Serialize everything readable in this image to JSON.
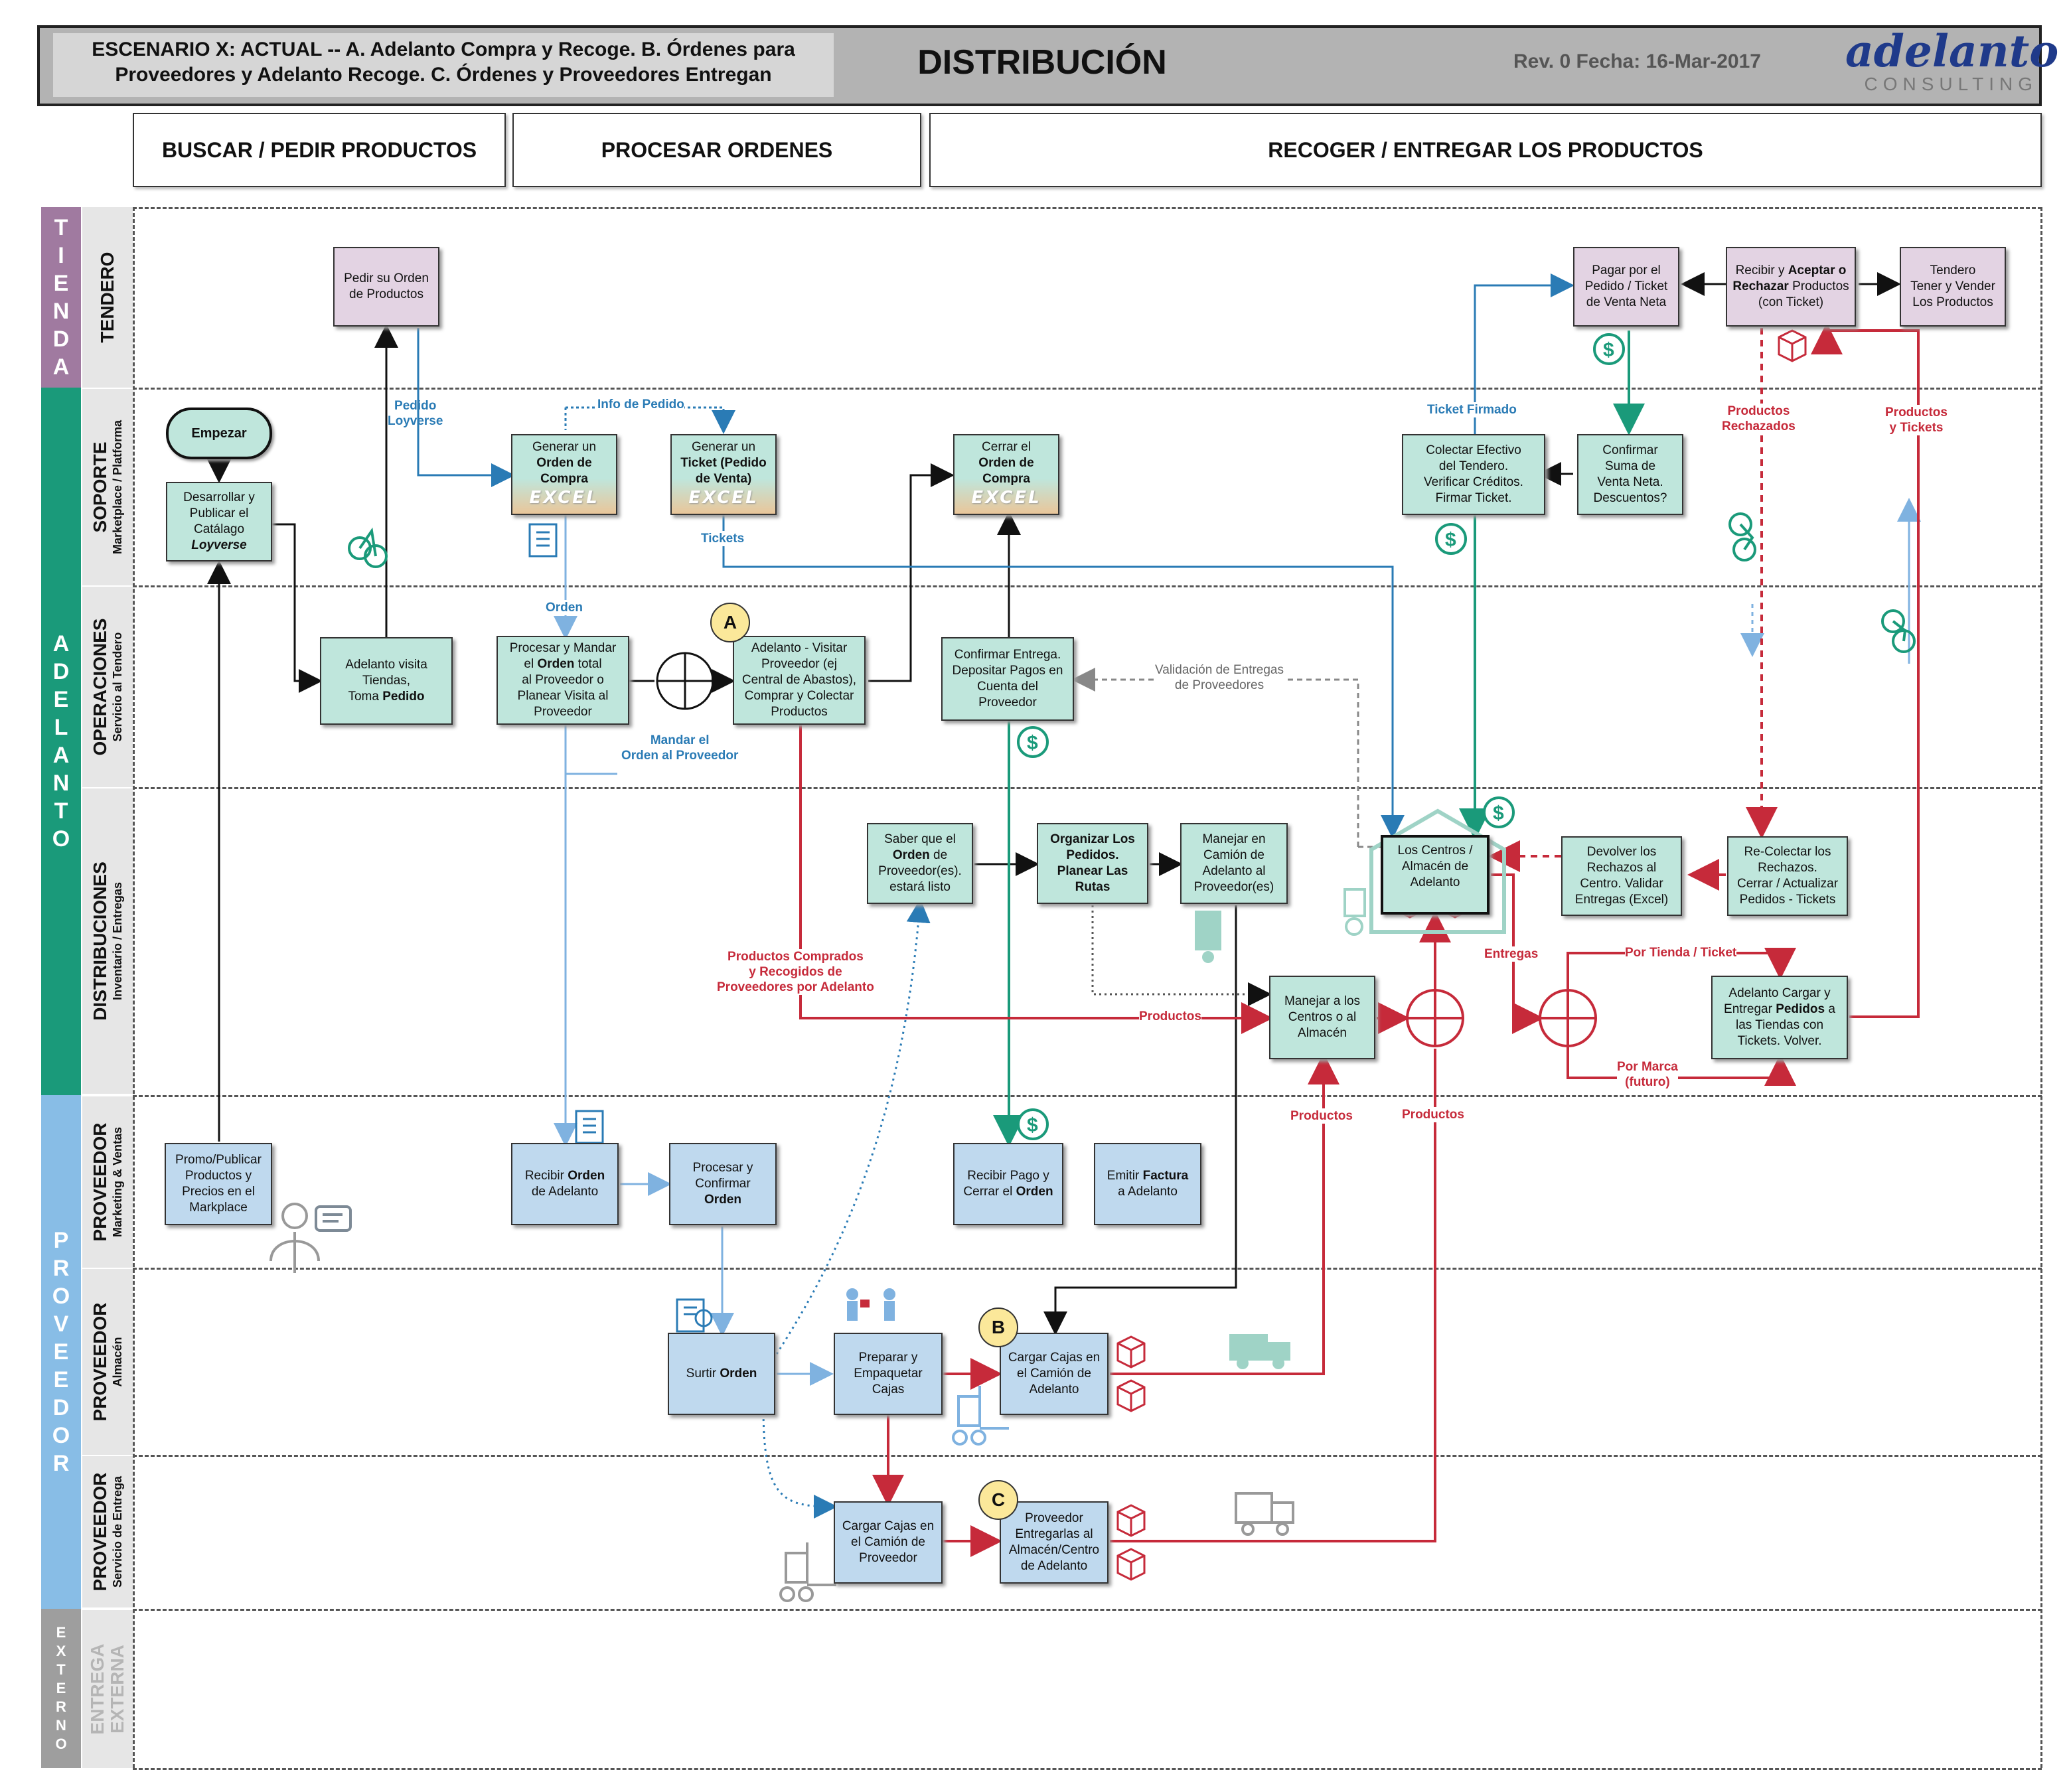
{
  "header": {
    "scenario_line1": "ESCENARIO X:  ACTUAL -- A. Adelanto Compra y Recoge.  B. Órdenes para",
    "scenario_line2": "Proveedores y Adelanto Recoge.  C. Órdenes y Proveedores Entregan",
    "title": "DISTRIBUCIÓN",
    "revision": "Rev. 0   Fecha: 16-Mar-2017",
    "logo_name": "adelanto",
    "logo_sub": "CONSULTING"
  },
  "phases": [
    "BUSCAR / PEDIR PRODUCTOS",
    "PROCESAR ORDENES",
    "RECOGER / ENTREGAR LOS PRODUCTOS"
  ],
  "lanes": {
    "groups": [
      "TIENDA",
      "ADELANTO",
      "PROVEEDOR",
      "EXTERNO"
    ],
    "tendero": "TENDERO",
    "soporte": "SOPORTE",
    "soporte_sub": "Marketplace / Platforma",
    "operaciones": "OPERACIONES",
    "operaciones_sub": "Servicio al Tendero",
    "distribuciones": "DISTRIBUCIONES",
    "distribuciones_sub": "Inventario / Entregas",
    "prov_marketing": "PROVEEDOR",
    "prov_marketing_sub": "Marketing & Ventas",
    "prov_almacen": "PROVEEDOR",
    "prov_almacen_sub": "Almacén",
    "prov_entrega": "PROVEEDOR",
    "prov_entrega_sub": "Servicio de Entrega",
    "externa_1": "ENTREGA",
    "externa_2": "EXTERNA"
  },
  "boxes": {
    "pedir_orden": [
      "Pedir su Orden",
      "de Productos"
    ],
    "pagar": [
      "Pagar por el",
      "Pedido / Ticket",
      "de Venta Neta"
    ],
    "recibir_aceptar_1": "Recibir y ",
    "recibir_aceptar_2": "Aceptar o",
    "recibir_aceptar_3": "Rechazar",
    "recibir_aceptar_4": " Productos",
    "recibir_aceptar_5": "(con Ticket)",
    "tendero_vender": [
      "Tendero",
      "Tener y Vender",
      "Los Productos"
    ],
    "empezar": "Empezar",
    "desarrollar": [
      "Desarrollar y",
      "Publicar el",
      "Catálago"
    ],
    "desarrollar_b": "Loyverse",
    "generar_orden": [
      "Generar un"
    ],
    "generar_orden_b": [
      "Orden de",
      "Compra"
    ],
    "generar_ticket": [
      "Generar un"
    ],
    "generar_ticket_b": [
      "Ticket (Pedido",
      "de Venta)"
    ],
    "cerrar_orden": [
      "Cerrar el"
    ],
    "cerrar_orden_b": [
      "Orden de",
      "Compra"
    ],
    "excel": "EXCEL",
    "colectar": [
      "Colectar Efectivo",
      "del Tendero.",
      "Verificar Créditos.",
      "Firmar Ticket."
    ],
    "confirmar_suma": [
      "Confirmar",
      "Suma de",
      "Venta Neta.",
      "Descuentos?"
    ],
    "adelanto_visita": [
      "Adelanto visita",
      "Tiendas,"
    ],
    "adelanto_visita_t": "Toma ",
    "adelanto_visita_b": "Pedido",
    "procesar_mandar_1": "Procesar y Mandar",
    "procesar_mandar_2": "el ",
    "procesar_mandar_2b": "Orden",
    "procesar_mandar_2c": " total",
    "procesar_mandar_3": [
      "al Proveedor o",
      "Planear Visita  al",
      "Proveedor"
    ],
    "adelanto_visitar": [
      "Adelanto - Visitar",
      "Proveedor (ej",
      "Central de Abastos),",
      "Comprar y Colectar",
      "Productos"
    ],
    "confirmar_entrega": [
      "Confirmar Entrega.",
      "Depositar Pagos en",
      "Cuenta del",
      "Proveedor"
    ],
    "saber_orden_1": "Saber que el",
    "saber_orden_2b": "Orden",
    "saber_orden_2": " de",
    "saber_orden_3": [
      "Proveedor(es).",
      "estará listo"
    ],
    "organizar": [
      "Organizar Los",
      "Pedidos.",
      "Planear Las",
      "Rutas"
    ],
    "manejar_camion": [
      "Manejar en",
      "Camión de",
      "Adelanto al",
      "Proveedor(es)"
    ],
    "centros": [
      "Los Centros /",
      "Almacén de",
      "Adelanto"
    ],
    "devolver": [
      "Devolver los",
      "Rechazos al",
      "Centro. Validar",
      "Entregas (Excel)"
    ],
    "recolectar": [
      "Re-Colectar los",
      "Rechazos.",
      "Cerrar / Actualizar",
      "Pedidos - Tickets"
    ],
    "manejar_centros": [
      "Manejar a los",
      "Centros o al",
      "Almacén"
    ],
    "adelanto_cargar_1": [
      "Adelanto Cargar y"
    ],
    "adelanto_cargar_2": "Entregar ",
    "adelanto_cargar_2b": "Pedidos",
    "adelanto_cargar_2c": " a",
    "adelanto_cargar_3": [
      "las Tiendas con",
      "Tickets.  Volver."
    ],
    "promo": [
      "Promo/Publicar",
      "Productos y",
      "Precios en el",
      "Markplace"
    ],
    "recibir_orden_1": "Recibir ",
    "recibir_orden_1b": "Orden",
    "recibir_orden_2": "de Adelanto",
    "procesar_confirmar": [
      "Procesar y",
      "Confirmar"
    ],
    "procesar_confirmar_b": "Orden",
    "recibir_pago_1": "Recibir Pago y",
    "recibir_pago_2": "Cerrar el ",
    "recibir_pago_2b": "Orden",
    "emitir_1": "Emitir ",
    "emitir_1b": "Factura",
    "emitir_2": "a Adelanto",
    "surtir": "Surtir ",
    "surtir_b": "Orden",
    "preparar": [
      "Preparar y",
      "Empaquetar",
      "Cajas"
    ],
    "cargar_cajas_b": [
      "Cargar Cajas en",
      "el Camión de",
      "Adelanto"
    ],
    "cargar_cajas_c": [
      "Cargar Cajas en",
      "el Camión de",
      "Proveedor"
    ],
    "proveedor_entregar": [
      "Proveedor",
      "Entregarlas al",
      "Almacén/Centro",
      "de Adelanto"
    ]
  },
  "badges": [
    "A",
    "B",
    "C"
  ],
  "labels": {
    "pedido_loyverse": [
      "Pedido",
      "Loyverse"
    ],
    "info_pedido": "Info de Pedido",
    "tickets": "Tickets",
    "ticket_firmado": "Ticket Firmado",
    "orden": "Orden",
    "mandar_orden": [
      "Mandar el",
      "Orden al Proveedor"
    ],
    "validacion": [
      "Validación de Entregas",
      "de Proveedores"
    ],
    "productos_rechazados": [
      "Productos",
      "Rechazados"
    ],
    "productos_tickets": [
      "Productos",
      "y Tickets"
    ],
    "productos_comprados": [
      "Productos Comprados",
      "y Recogidos de",
      "Proveedores por Adelanto"
    ],
    "productos": "Productos",
    "entregas": "Entregas",
    "por_tienda": "Por Tienda / Ticket",
    "por_marca": [
      "Por Marca",
      "(futuro)"
    ]
  },
  "colors": {
    "tienda": "#a07aa0",
    "adelanto": "#1a9a7a",
    "proveedor": "#88bde6",
    "externo": "#9e9e9e",
    "red_flow": "#c62a3a",
    "blue_flow": "#2a7bb5",
    "green_flow": "#1a9a7a",
    "box_green": "#bfe6dc",
    "box_purple": "#e3d3e3",
    "box_blue": "#bfd9ee"
  }
}
